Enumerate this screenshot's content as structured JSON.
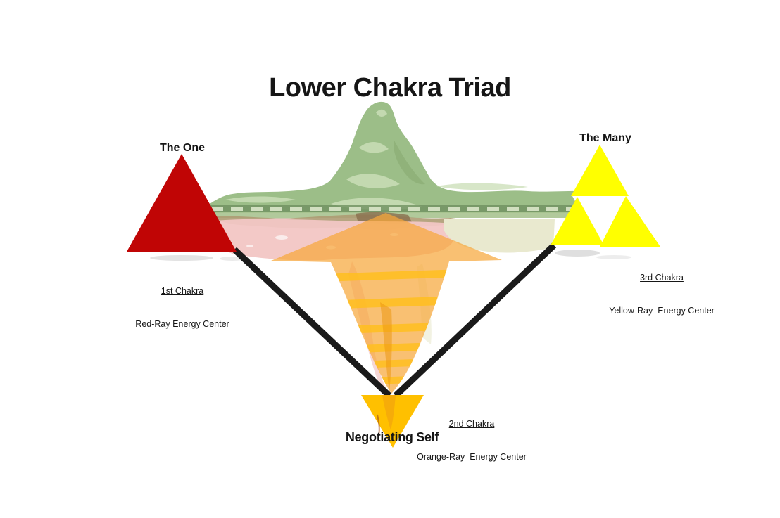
{
  "title": "Lower Chakra Triad",
  "nodes": {
    "one": {
      "label": "The One",
      "chakra": "1st Chakra",
      "center": "Red-Ray Energy Center"
    },
    "many": {
      "label": "The Many",
      "chakra": "3rd Chakra",
      "center": "Yellow-Ray  Energy Center"
    },
    "self": {
      "label": "Negotiating Self",
      "chakra": "2nd Chakra",
      "center": "Orange-Ray  Energy Center"
    }
  },
  "colors": {
    "red_triangle": "#c00505",
    "yellow_triangle": "#ffff00",
    "gold_triangle": "#ffc000",
    "line_black": "#1a1a1a",
    "funnel_orange": "#f6a73b",
    "funnel_stripe": "#ffbe1f",
    "funnel_core": "#ed9812",
    "mountain_green": "#9cbe88",
    "mountain_light": "#cde0ba",
    "mountain_shade": "#86a870",
    "band_green": "#6f9060",
    "strip_green": "#a8c390",
    "dash_light": "#d6e3c5",
    "wash_pink": "#f2c6c4",
    "wash_olive": "#e9e9cf",
    "wash_brown": "#ae9b73",
    "wash_brown_dark": "#8a6f4e",
    "shadow_gray": "#dcdcdc",
    "white": "#ffffff"
  }
}
